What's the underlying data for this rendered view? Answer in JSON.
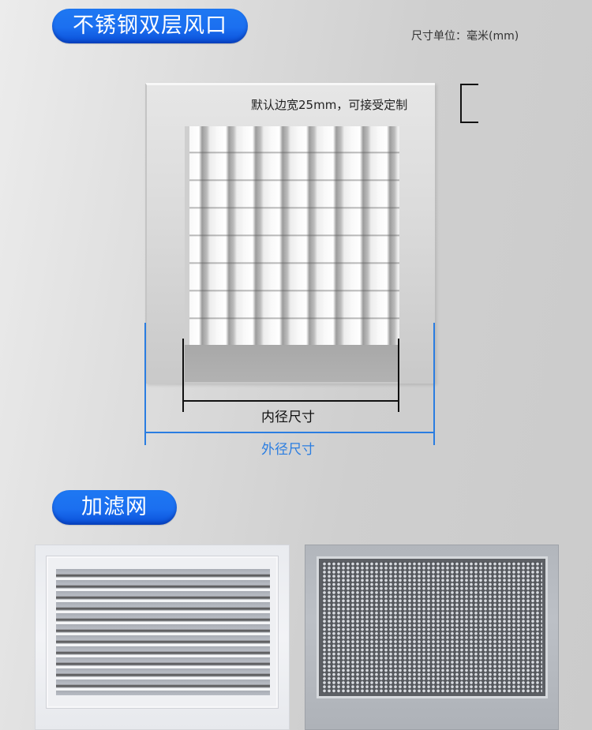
{
  "section1": {
    "title": "不锈钢双层风口",
    "unit_note": "尺寸单位：毫米(mm)",
    "edge_note": "默认边宽25mm，可接受定制",
    "inner_dimension_label": "内径尺寸",
    "outer_dimension_label": "外径尺寸"
  },
  "section2": {
    "title": "加滤网",
    "products": [
      {
        "name": "double-layer-louver-grille"
      },
      {
        "name": "perforated-filter-mesh-grille"
      }
    ]
  },
  "colors": {
    "pill_blue": "#1b6ff0",
    "outer_dim_blue": "#2a7de1",
    "inner_dim_black": "#111111"
  }
}
